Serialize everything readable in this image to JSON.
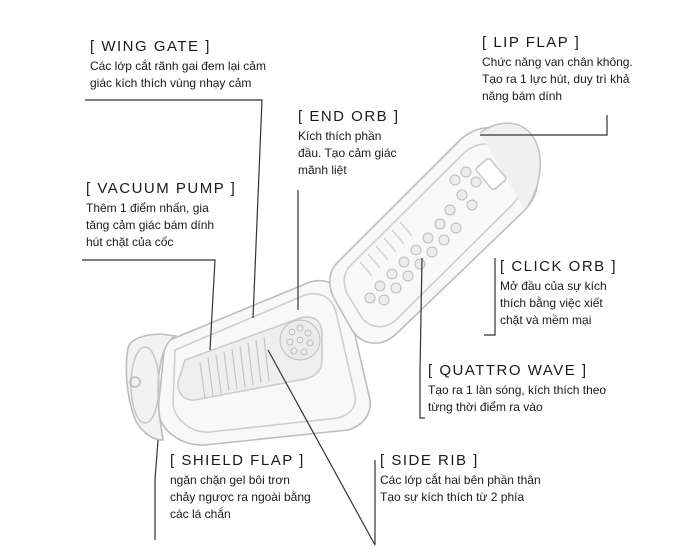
{
  "callouts": {
    "wing_gate": {
      "title": "[ WING GATE ]",
      "lines": [
        "Các lớp cắt rãnh gai đem lại cảm",
        "giác kích thích vùng nhạy cảm"
      ]
    },
    "end_orb": {
      "title": "[ END ORB ]",
      "lines": [
        "Kích thích phần",
        "đầu. Tạo cảm giác",
        "mãnh liệt"
      ]
    },
    "lip_flap": {
      "title": "[ LIP FLAP ]",
      "lines": [
        "Chức năng van chân không.",
        "Tạo ra 1 lực hút, duy trì khả",
        "năng bám dính"
      ]
    },
    "vacuum_pump": {
      "title": "[ VACUUM PUMP ]",
      "lines": [
        "Thêm 1 điểm nhấn, gia",
        "tăng cảm giác bám dính",
        "hút chặt của cốc"
      ]
    },
    "click_orb": {
      "title": "[ CLICK ORB ]",
      "lines": [
        "Mở đầu của sự kích",
        "thích bằng việc xiết",
        "chặt và mềm mại"
      ]
    },
    "quattro_wave": {
      "title": "[ QUATTRO WAVE ]",
      "lines": [
        "Tạo ra 1 làn sóng, kích thích theo",
        "từng thời điểm ra vào"
      ]
    },
    "shield_flap": {
      "title": "[ SHIELD FLAP ]",
      "lines": [
        "ngăn chặn gel bôi trơn",
        "chảy ngược ra ngoài bằng",
        "các lá chắn"
      ]
    },
    "side_rib": {
      "title": "[ SIDE RIB ]",
      "lines": [
        "Các lớp cắt hai bên phần thân",
        "Tạo sự kích thích từ 2 phía"
      ]
    }
  },
  "colors": {
    "line": "#333333",
    "outline": "#bdbdbd",
    "inner": "#d4d4d4",
    "shade": "#e6e6e6"
  }
}
